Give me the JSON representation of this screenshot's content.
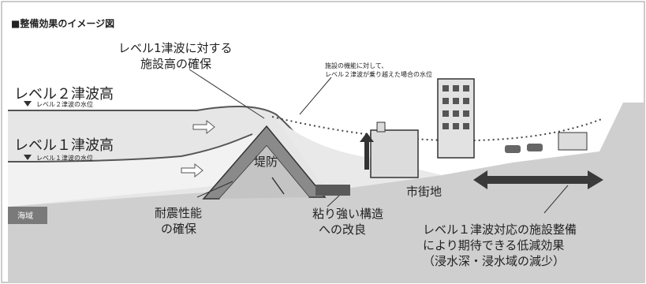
{
  "title": "■整備効果のイメージ図",
  "labels": {
    "level1_facility_line1": "レベル1津波に対する",
    "level1_facility_line2": "施設高の確保",
    "level2_overflow_line1": "施設の機能に対して、",
    "level2_overflow_line2": "レベル２津波が乗り越えた場合の水位",
    "level2_height": "レベル２津波高",
    "level2_sub": "レベル２津波の水位",
    "level1_height": "レベル１津波高",
    "level1_sub": "レベル１津波の水位",
    "sea": "海域",
    "embankment": "堤防",
    "urban_area": "市街地",
    "resilience_line1": "耐震性能",
    "resilience_line2": "の確保",
    "tenacious_line1": "粘り強い構造",
    "tenacious_line2": "への改良",
    "effect_line1": "レベル１津波対応の施設整備",
    "effect_line2": "により期待できる低減効果",
    "effect_line3": "（浸水深・浸水域の減少）"
  },
  "colors": {
    "ground": "#d2d2d2",
    "level2_water": "#e4e4e4",
    "level1_water": "#f0f0f0",
    "embankment": "#8a8a8a",
    "arrow": "#3a3a3a",
    "text": "#222222"
  }
}
